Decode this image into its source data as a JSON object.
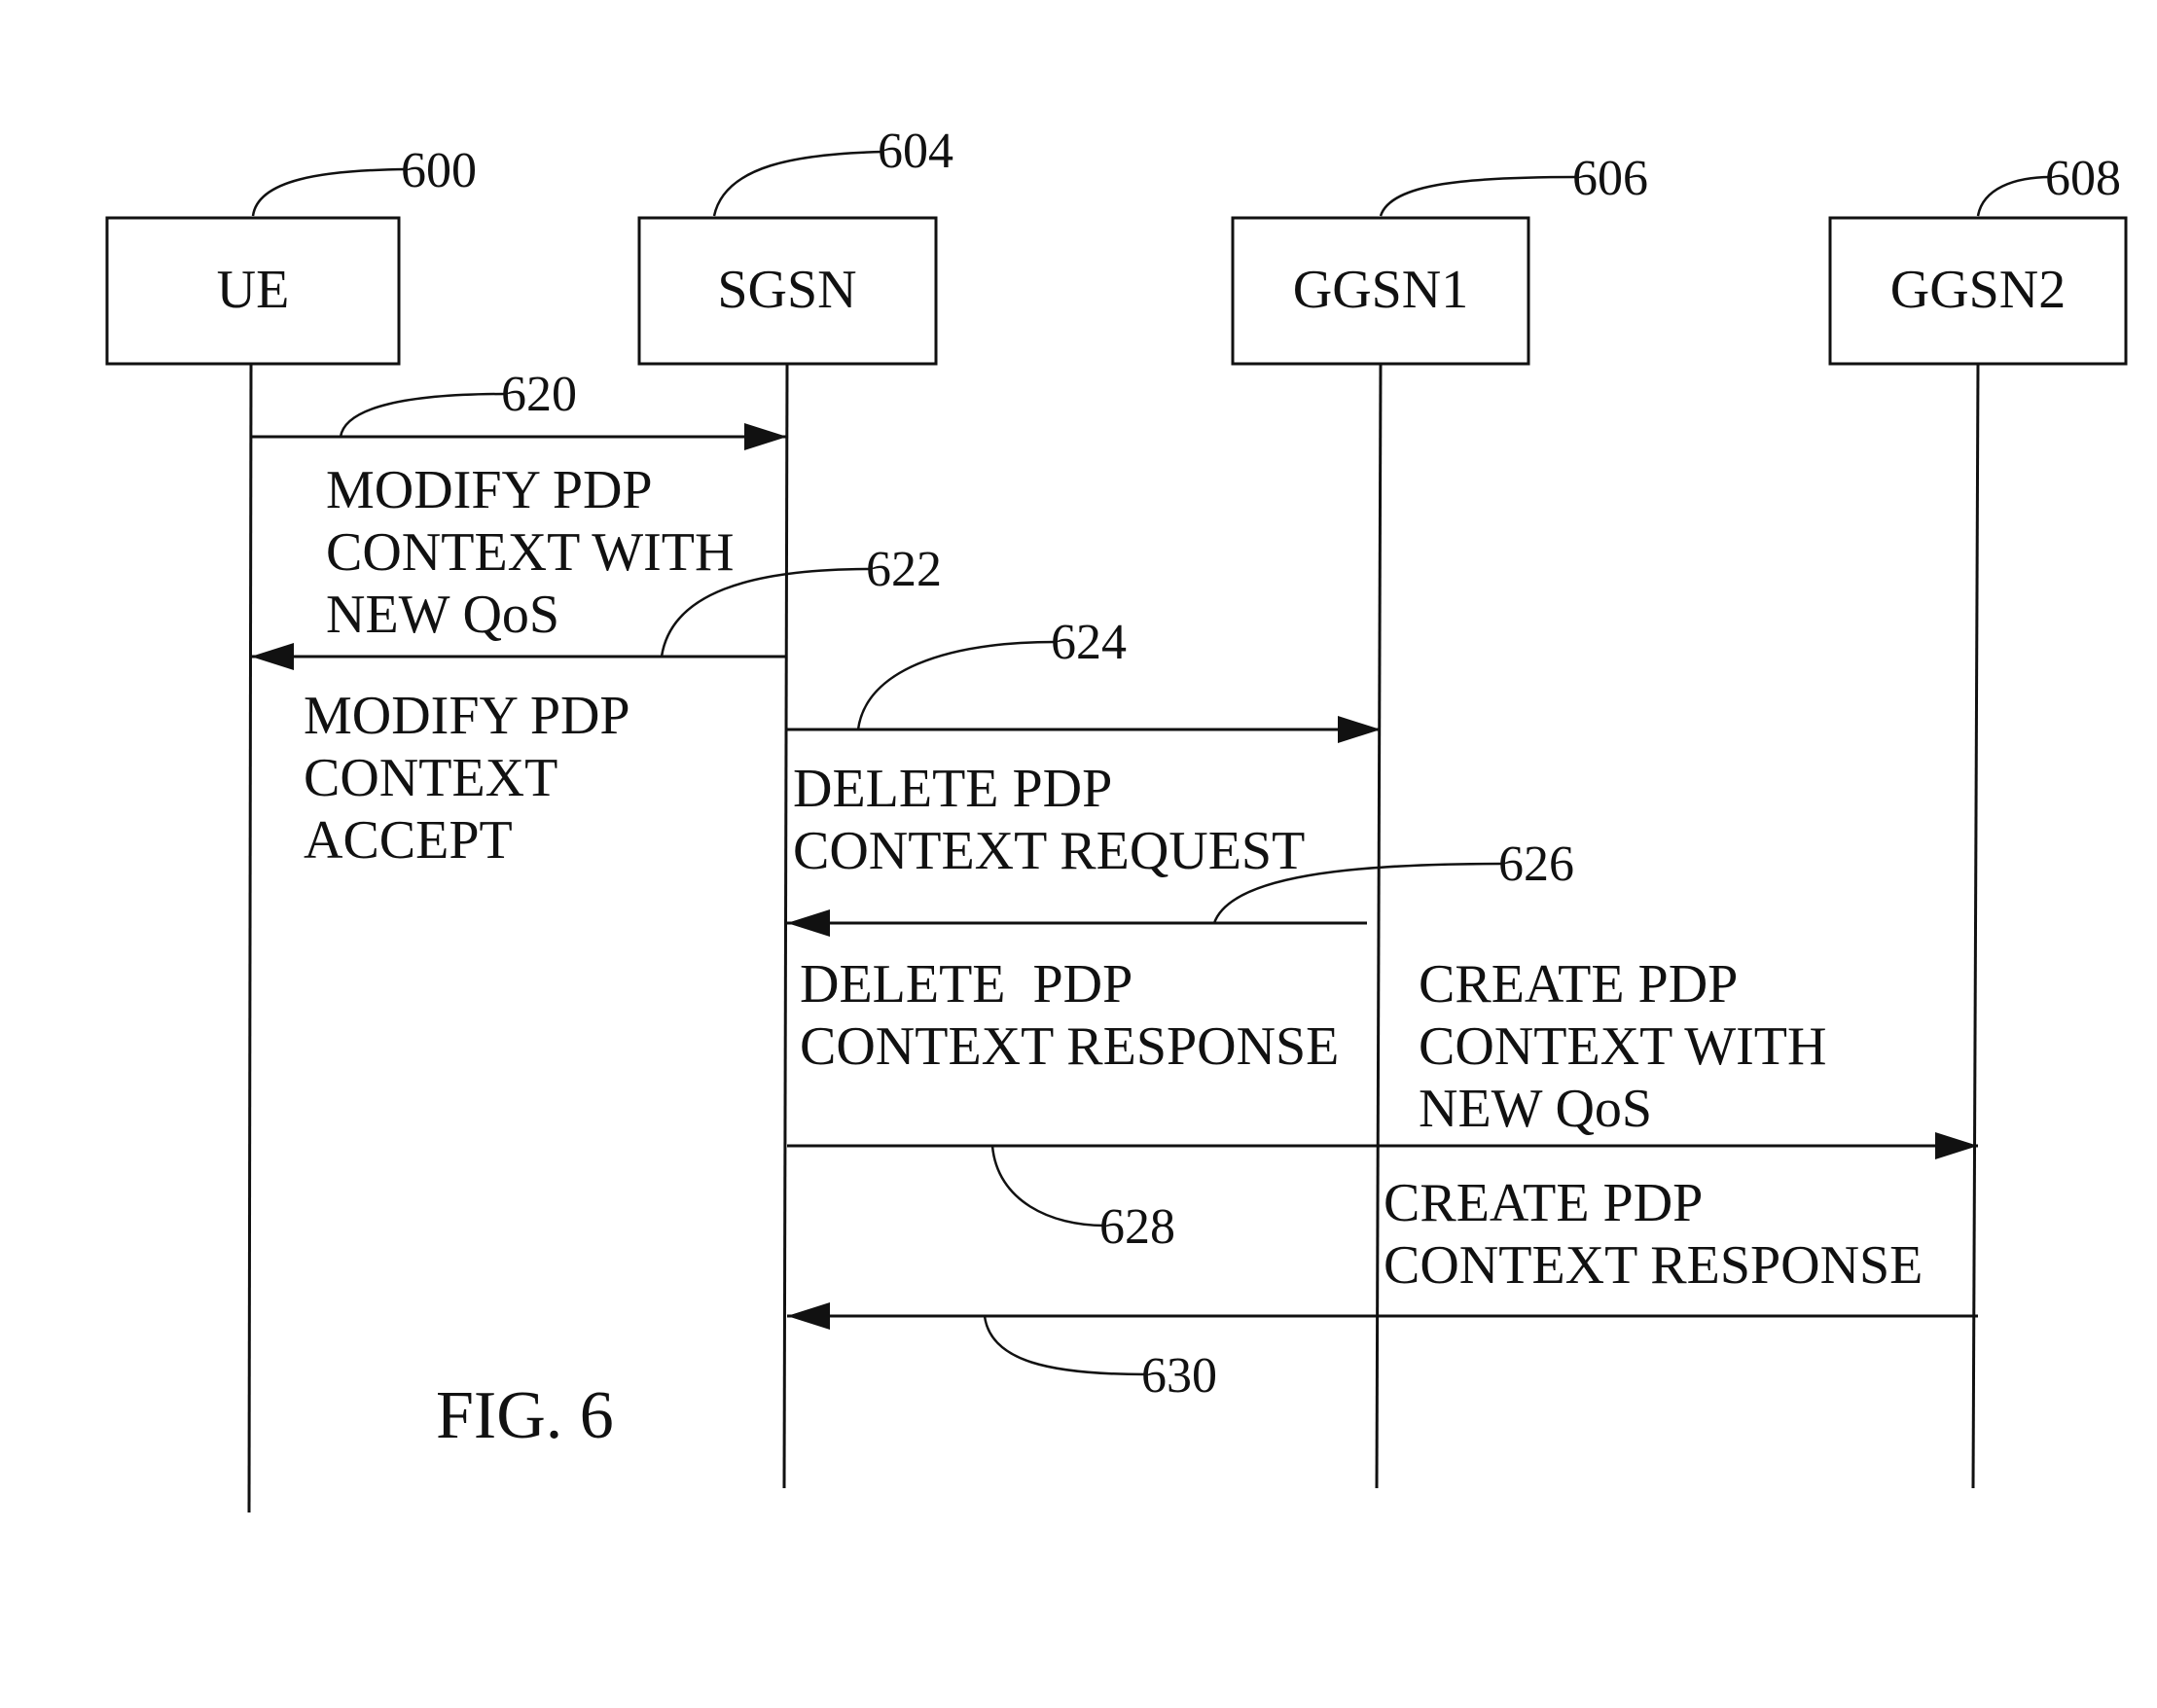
{
  "figure": {
    "caption": "FIG. 6"
  },
  "entities": [
    {
      "id": "ue",
      "label": "UE",
      "ref": "600"
    },
    {
      "id": "sgsn",
      "label": "SGSN",
      "ref": "604"
    },
    {
      "id": "ggsn1",
      "label": "GGSN1",
      "ref": "606"
    },
    {
      "id": "ggsn2",
      "label": "GGSN2",
      "ref": "608"
    }
  ],
  "messages": [
    {
      "id": "m620",
      "ref": "620",
      "from": "UE",
      "to": "SGSN",
      "lines": [
        "MODIFY PDP",
        "CONTEXT WITH",
        "NEW QoS"
      ]
    },
    {
      "id": "m622",
      "ref": "622",
      "from": "SGSN",
      "to": "UE",
      "lines": [
        "MODIFY PDP",
        "CONTEXT",
        "ACCEPT"
      ]
    },
    {
      "id": "m624",
      "ref": "624",
      "from": "SGSN",
      "to": "GGSN1",
      "lines": [
        "DELETE PDP",
        "CONTEXT REQUEST"
      ]
    },
    {
      "id": "m626",
      "ref": "626",
      "from": "GGSN1",
      "to": "SGSN",
      "lines": [
        "DELETE  PDP",
        "CONTEXT RESPONSE"
      ]
    },
    {
      "id": "m628",
      "ref": "628",
      "from": "SGSN",
      "to": "GGSN2",
      "lines": [
        "CREATE PDP",
        "CONTEXT WITH",
        "NEW QoS"
      ]
    },
    {
      "id": "m630",
      "ref": "630",
      "from": "GGSN2",
      "to": "SGSN",
      "lines": [
        "CREATE PDP",
        "CONTEXT RESPONSE"
      ]
    }
  ]
}
